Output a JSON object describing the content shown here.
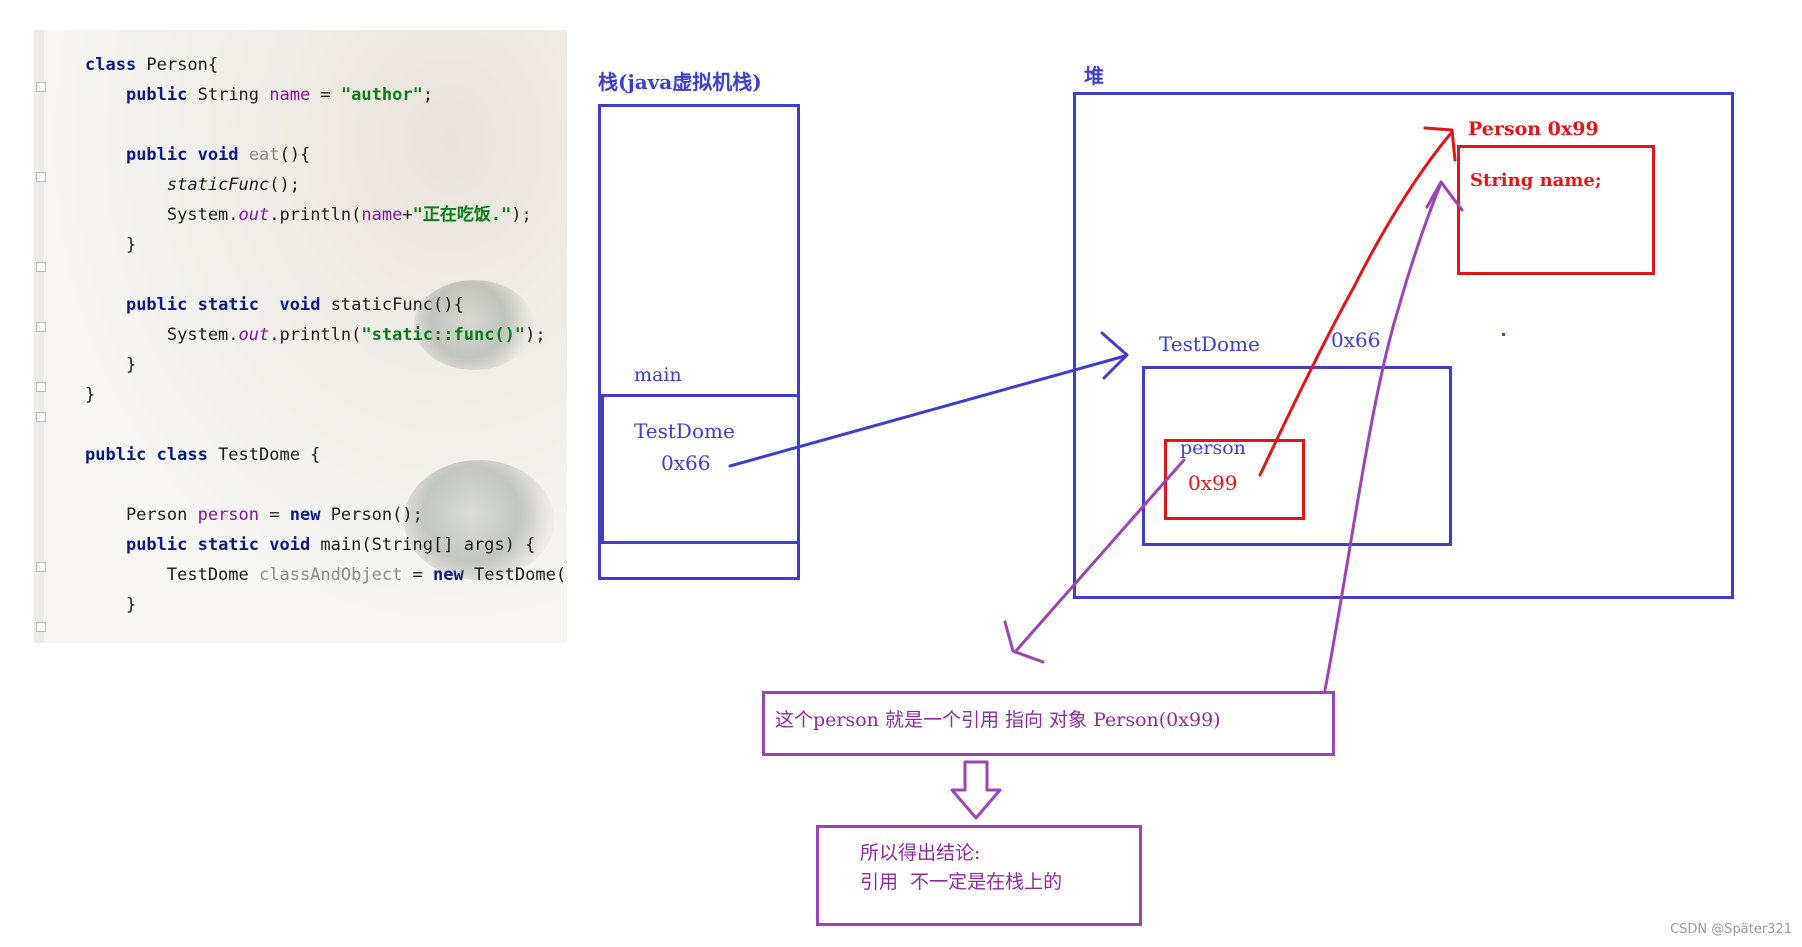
{
  "code": {
    "lines": [
      "class Person{",
      "    public String name = \"author\";",
      "",
      "    public void eat(){",
      "        staticFunc();",
      "        System.out.println(name+\"正在吃饭.\");",
      "    }",
      "",
      "    public static  void staticFunc(){",
      "        System.out.println(\"static::func()\");",
      "    }",
      "}",
      "",
      "public class TestDome {",
      "",
      "    Person person = new Person();",
      "    public static void main(String[] args) {",
      "        TestDome classAndObject = new TestDome(",
      "    }"
    ]
  },
  "stack": {
    "title": "栈(java虚拟机栈)",
    "frame_label": "main",
    "var_name": "TestDome",
    "var_value": "0x66"
  },
  "heap": {
    "title": "堆",
    "testdome_label": "TestDome",
    "testdome_addr": "0x66",
    "person_field_name": "person",
    "person_field_value": "0x99",
    "person_obj_label": "Person 0x99",
    "person_obj_field": "String name;"
  },
  "notes": {
    "reference_note": "这个person 就是一个引用 指向 对象 Person(0x99)",
    "conclusion_line1": "所以得出结论:",
    "conclusion_line2": "引用  不一定是在栈上的"
  },
  "watermark": "CSDN @Später321",
  "colors": {
    "blue": "#3e3ecb",
    "red": "#e0161a",
    "purple": "#9b45b5"
  }
}
